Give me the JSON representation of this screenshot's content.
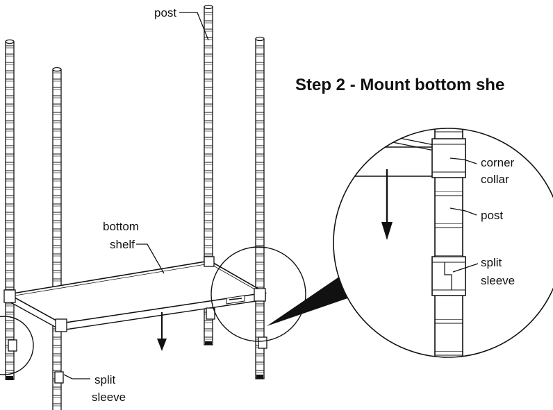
{
  "title": "Step 2 - Mount bottom she",
  "labels": {
    "post_top": "post",
    "bottom_shelf_line1": "bottom",
    "bottom_shelf_line2": "shelf",
    "split_sleeve_line1": "split",
    "split_sleeve_line2": "sleeve",
    "detail_corner_collar_line1": "corner",
    "detail_corner_collar_line2": "collar",
    "detail_post": "post",
    "detail_split_sleeve_line1": "split",
    "detail_split_sleeve_line2": "sleeve"
  },
  "colors": {
    "ink": "#111111",
    "paper": "#ffffff",
    "callout_wedge": "#111111"
  }
}
